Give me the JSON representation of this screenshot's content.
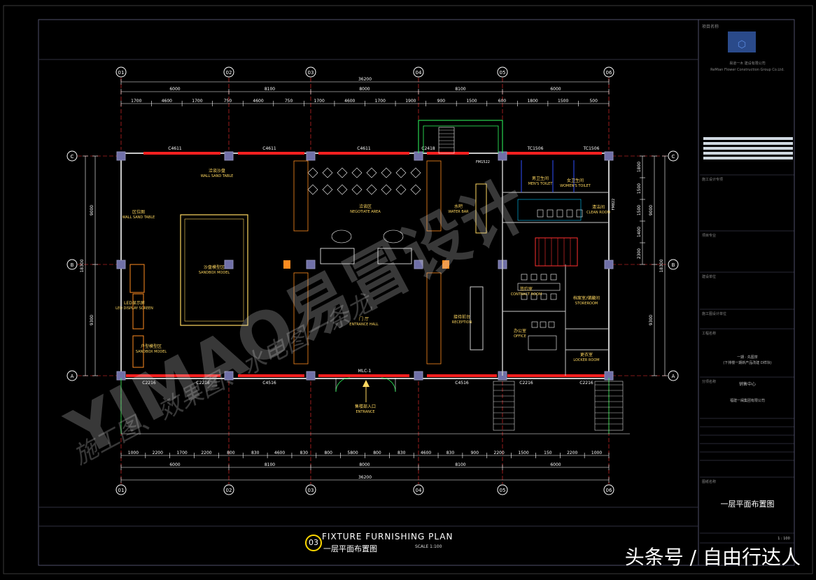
{
  "plan": {
    "title_en": "FIXTURE FURNISHING PLAN",
    "title_cn": "一层平面布置图",
    "number": "03",
    "scale": "SCALE 1:100"
  },
  "axes": {
    "columns": [
      "01",
      "02",
      "03",
      "04",
      "05",
      "06"
    ],
    "rows": [
      "C",
      "B",
      "A"
    ]
  },
  "dimensions": {
    "top_total": "36200",
    "top_spans": [
      "6000",
      "8100",
      "8000",
      "8100",
      "6000"
    ],
    "top_details": [
      "1700",
      "4600",
      "1700",
      "750",
      "4600",
      "750",
      "1700",
      "4600",
      "1700",
      "1900",
      "900",
      "1500",
      "600",
      "1800",
      "1500",
      "500"
    ],
    "bottom_total": "36200",
    "bottom_spans": [
      "6000",
      "8100",
      "8000",
      "8100",
      "6000"
    ],
    "bottom_details": [
      "1000",
      "2200",
      "1700",
      "2200",
      "800",
      "830",
      "4600",
      "830",
      "800",
      "5800",
      "800",
      "830",
      "4600",
      "830",
      "900",
      "2200",
      "1500",
      "150",
      "2200",
      "1000"
    ],
    "left_total": "18300",
    "left_spans": [
      "9000",
      "9300"
    ],
    "right_total": "18300",
    "right_spans": [
      "9000",
      "9300"
    ],
    "right_details": [
      "1800",
      "1500",
      "1500",
      "1400",
      "2300"
    ]
  },
  "openings": {
    "windows_top": [
      "C4611",
      "C4611",
      "C4611",
      "C2418",
      "TC1506",
      "TC1506"
    ],
    "windows_bottom": [
      "C2216",
      "C2216",
      "C4516",
      "C4516",
      "C2216",
      "C2216"
    ],
    "doors": [
      "MLC-1",
      "FM1522",
      "FM822"
    ]
  },
  "rooms": [
    {
      "cn": "洽谈沙盘",
      "en": "WALL SAND TABLE"
    },
    {
      "cn": "区位图",
      "en": "WALL SAND TABLE"
    },
    {
      "cn": "沙盘模型区",
      "en": "SANDBOX MODEL"
    },
    {
      "cn": "LED显示屏",
      "en": "LED DISPLAY SCREEN"
    },
    {
      "cn": "户型模型区",
      "en": "SANDBOX MODEL"
    },
    {
      "cn": "洽谈区",
      "en": "NEGOTIATE AREA"
    },
    {
      "cn": "门 厅",
      "en": "ENTRANCE HALL"
    },
    {
      "cn": "水吧",
      "en": "WATER BAR"
    },
    {
      "cn": "接待前台",
      "en": "RECEPTION"
    },
    {
      "cn": "签约室",
      "en": "CONTRACT ROOM"
    },
    {
      "cn": "档案室/储藏间",
      "en": "STOREROOM"
    },
    {
      "cn": "办公室",
      "en": "OFFICE"
    },
    {
      "cn": "更衣室",
      "en": "LOCKER ROOM"
    },
    {
      "cn": "男卫生间",
      "en": "MEN'S TOILET"
    },
    {
      "cn": "女卫生间",
      "en": "WOMEN'S TOILET"
    },
    {
      "cn": "清洁间",
      "en": "CLEAN ROOM"
    },
    {
      "cn": "售楼部入口",
      "en": "ENTRANCE"
    }
  ],
  "title_block": {
    "header": "项目名称",
    "company_cn": "易道一木 建设有限公司",
    "company_en": "ReMian Flower Construction Group Co.Ltd.",
    "fields": [
      "施工设计专项",
      "项目专业",
      "建设单位",
      "施工图设计单位",
      "工程名称",
      "分项名称",
      "图纸名称"
    ],
    "project_line1": "一期 · 先图茶",
    "project_line2": "(下排楼一期新产品改建 D样块)",
    "subitem": "销售中心",
    "client": "福建一闽集团有限公司",
    "drawing_title": "一层平面布置图",
    "scale_label": "1 : 100"
  },
  "watermark": {
    "brand": "YIMAO易冒设计",
    "slogan": "施工图、效果图、水电图一条龙"
  },
  "caption": "头条号 / 自由行达人",
  "colors": {
    "background": "#000000",
    "wall": "#c8c8c8",
    "glass": "#ff2020",
    "column": "#7070a8",
    "furniture": "#ffd860",
    "furniture_orange": "#ff8c20",
    "dimension": "#ffffff",
    "axis_line": "#ffffff",
    "axis_bubble": "#ffffff",
    "grid_dash": "#ff3030",
    "fixture": "#00e5ff",
    "stair": "#ff3030",
    "green": "#30ff60",
    "pink": "#ff40ff",
    "blue_wall": "#3050ff",
    "cyan_line": "#00c8ff"
  }
}
